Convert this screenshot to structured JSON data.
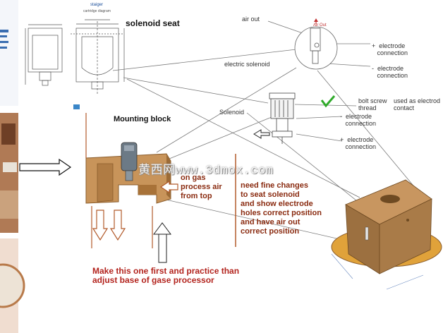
{
  "title": "solenoid seat",
  "labels": {
    "air_out": "air out",
    "air_out_small": "Air Out",
    "electric_solenoid": "electric solenoid",
    "electrode_plus_1": "+  electrode\n   connection",
    "electrode_minus_1": "-  electrode\n   connection",
    "bolt_screw": "bolt screw\nthread",
    "used_as": "used as electrod\ncontact",
    "electrode_minus_2": "-  electrode\n   connection",
    "electrode_plus_2": "+  electrode\n   connection",
    "solenoid": "Solenoid",
    "mounting_block": "Mounting block",
    "on_gas": "on gas\nprocess air\nfrom top",
    "need_fine": "need fine changes\nto seat solenoid\nand show electrode\nholes correct position\nand have air out\ncorrect position",
    "make_first": "Make this one first and practice than\nadjust base of gase processor",
    "drawing_brand": "staiger",
    "drawing_subtitle": "cartridge diagram"
  },
  "watermark": "黄西网www.3dmox.com",
  "colors": {
    "block": "#c8945a",
    "block_dark": "#9c6b36",
    "note_red": "#b3241e",
    "check": "#2faa2a",
    "line": "#7a7a7a"
  }
}
